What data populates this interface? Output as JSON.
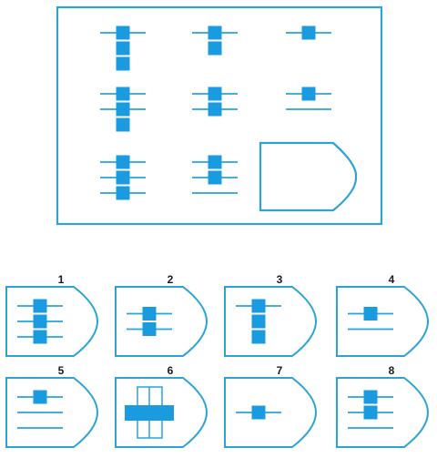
{
  "colors": {
    "stroke": "#2aa3d8",
    "fill": "#1a9be0",
    "background": "#ffffff"
  },
  "matrix": {
    "cells": [
      {
        "lines": 1,
        "squares": [
          0,
          1,
          2
        ]
      },
      {
        "lines": 1,
        "squares": [
          0,
          1
        ]
      },
      {
        "lines": 1,
        "squares": [
          0
        ]
      },
      {
        "lines": 2,
        "squares": [
          0,
          1,
          2
        ]
      },
      {
        "lines": 2,
        "squares": [
          0,
          1
        ]
      },
      {
        "lines": 2,
        "squares": [
          0
        ]
      },
      {
        "lines": 3,
        "squares": [
          0,
          1,
          2
        ]
      },
      {
        "lines": 3,
        "squares": [
          0,
          1
        ]
      },
      {
        "lines": 0,
        "squares": [],
        "missing": true
      }
    ]
  },
  "options": [
    {
      "number": "1",
      "kind": "stack",
      "lines": 3,
      "squares": [
        0,
        1,
        2
      ]
    },
    {
      "number": "2",
      "kind": "stack",
      "lines": 2,
      "squares": [
        0,
        1
      ]
    },
    {
      "number": "3",
      "kind": "stack",
      "lines": 1,
      "squares": [
        0,
        1,
        2
      ]
    },
    {
      "number": "4",
      "kind": "stack",
      "lines": 2,
      "squares": [
        0
      ]
    },
    {
      "number": "5",
      "kind": "stack",
      "lines": 3,
      "squares": [
        0
      ]
    },
    {
      "number": "6",
      "kind": "cross"
    },
    {
      "number": "7",
      "kind": "stack",
      "lines": 1,
      "squares": [
        0
      ]
    },
    {
      "number": "8",
      "kind": "stack",
      "lines": 3,
      "squares": [
        0,
        1
      ]
    }
  ]
}
